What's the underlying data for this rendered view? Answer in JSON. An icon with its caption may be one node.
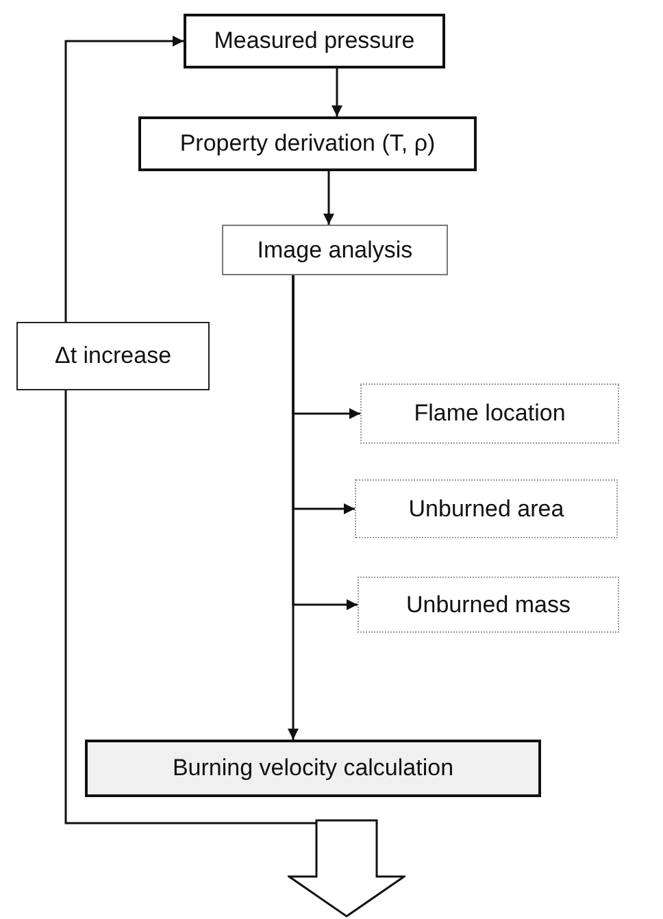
{
  "diagram": {
    "nodes": [
      {
        "text": [
          "Measured pressure"
        ]
      },
      {
        "text": [
          "Property derivation (T, ρ)"
        ]
      },
      {
        "text": [
          "Image analysis"
        ]
      },
      {
        "text": [
          "Δt increase"
        ]
      },
      {
        "text": [
          "Flame location"
        ]
      },
      {
        "text": [
          "Unburned area"
        ]
      },
      {
        "text": [
          "Unburned mass"
        ]
      },
      {
        "text": [
          "Burning velocity calculation"
        ]
      },
      {
        "text": [],
        "shape": "arrow"
      }
    ],
    "edges": [
      {
        "from": 0,
        "to": 1,
        "arrow": "to"
      },
      {
        "from": 1,
        "to": 2,
        "arrow": "to"
      },
      {
        "from": 2,
        "to": 4,
        "arrow": "to"
      },
      {
        "from": 2,
        "to": 5,
        "arrow": "to"
      },
      {
        "from": 2,
        "to": 6,
        "arrow": "to"
      },
      {
        "from": 2,
        "to": 7,
        "arrow": "to"
      },
      {
        "from": 8,
        "to": 3,
        "arrow": "none"
      },
      {
        "from": 3,
        "to": 0,
        "arrow": "to"
      }
    ]
  }
}
